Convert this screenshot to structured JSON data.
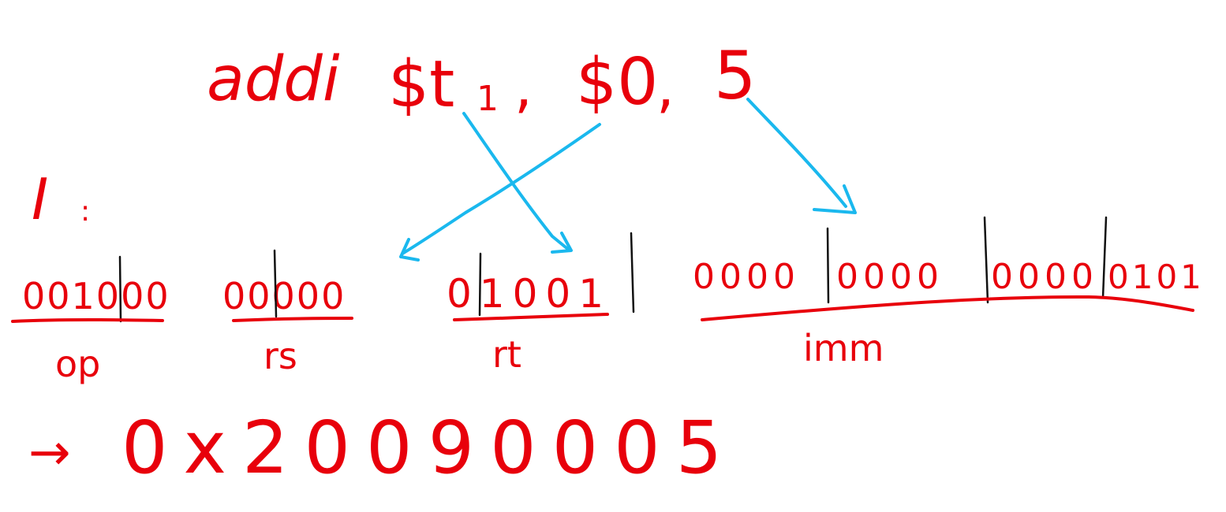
{
  "instruction": {
    "mnemonic": "addi",
    "dest_register": "$t",
    "dest_register_index": "1",
    "comma1": ",",
    "src_register": "$0",
    "comma2": ",",
    "immediate": "5"
  },
  "format": {
    "label": "I",
    "colon": ":"
  },
  "fields": {
    "op": {
      "bits": "001000",
      "name": "op"
    },
    "rs": {
      "bits": "00000",
      "name": "rs"
    },
    "rt": {
      "bits": "01001",
      "name": "rt"
    },
    "imm": {
      "bits": [
        "0000",
        "0000",
        "0000",
        "0101"
      ],
      "name": "imm"
    }
  },
  "result": {
    "arrow": "→",
    "hex": "0x20090005"
  },
  "colors": {
    "ink": "#e8000b",
    "arrows": "#1ab8ee",
    "separators": "#111111"
  }
}
